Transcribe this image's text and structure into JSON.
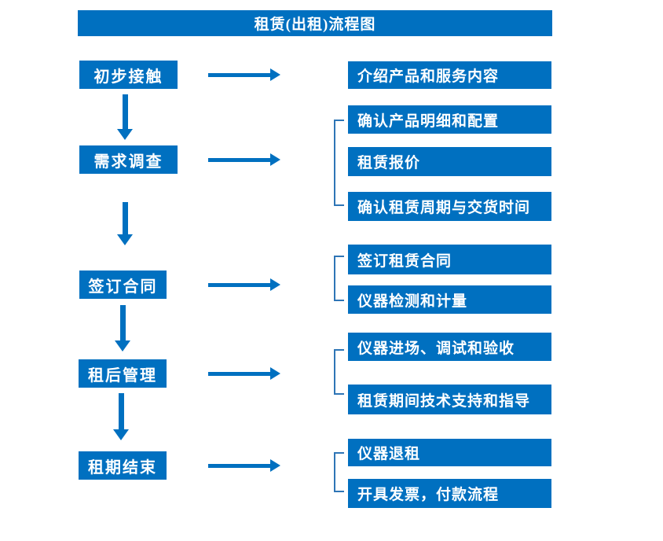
{
  "title": "租赁(出租)流程图",
  "colors": {
    "primary": "#0070C0",
    "bracket": "#2E75B6",
    "text": "#FFFFFF",
    "background": "#FFFFFF"
  },
  "steps": [
    {
      "label": "初步接触",
      "outputs": [
        "介绍产品和服务内容"
      ]
    },
    {
      "label": "需求调查",
      "outputs": [
        "确认产品明细和配置",
        "租赁报价",
        "确认租赁周期与交货时间"
      ]
    },
    {
      "label": "签订合同",
      "outputs": [
        "签订租赁合同",
        "仪器检测和计量"
      ]
    },
    {
      "label": "租后管理",
      "outputs": [
        "仪器进场、调试和验收",
        "租赁期间技术支持和指导"
      ]
    },
    {
      "label": "租期结束",
      "outputs": [
        "仪器退租",
        "开具发票，付款流程"
      ]
    }
  ]
}
